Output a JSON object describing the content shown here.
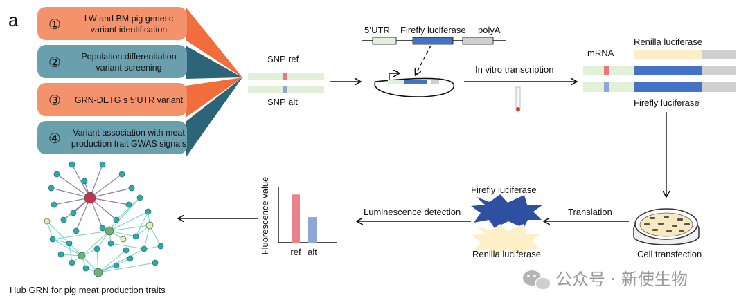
{
  "panel_label": "a",
  "steps": [
    {
      "number": "①",
      "lines": [
        "LW and BM pig genetic",
        "variant identification"
      ],
      "color": "#f4926c"
    },
    {
      "number": "②",
      "lines": [
        "Population differentiation",
        "variant screening"
      ],
      "color": "#6a9fae"
    },
    {
      "number": "③",
      "lines": [
        "GRN-DETG s 5’UTR variant"
      ],
      "color": "#f4926c"
    },
    {
      "number": "④",
      "lines": [
        "Variant association with meat",
        "production trait GWAS signals"
      ],
      "color": "#6a9fae"
    }
  ],
  "snp": {
    "ref_label": "SNP ref",
    "alt_label": "SNP alt",
    "ref_color": "#e8787e",
    "alt_color": "#8fa6d8"
  },
  "construct": {
    "utr": "5’UTR",
    "firefly": "Firefly luciferase",
    "polya": "polyA"
  },
  "transcription": {
    "label": "In vitro transcription"
  },
  "mrna": {
    "label": "mRNA",
    "renilla": "Renilla luciferase",
    "firefly": "Firefly luciferase"
  },
  "cell": {
    "label": "Cell transfection"
  },
  "translation": {
    "label": "Translation"
  },
  "luciferases": {
    "firefly": "Firefly luciferase",
    "renilla": "Renilla luciferase"
  },
  "detection": {
    "label": "Luminescence detection"
  },
  "chart_data": {
    "type": "bar",
    "categories": [
      "ref",
      "alt"
    ],
    "values": [
      0.85,
      0.45
    ],
    "colors": [
      "#e8838c",
      "#8fa6d8"
    ],
    "ylabel": "Fluorescence value",
    "ylim": [
      0,
      1
    ]
  },
  "network": {
    "label": "Hub GRN for pig meat production traits"
  },
  "watermark": "公众号 · 新使生物",
  "colors": {
    "green": "#e2efd9",
    "blue": "#4472c4",
    "gray": "#cfcfcf",
    "renilla_bar": "#fdeec6"
  }
}
